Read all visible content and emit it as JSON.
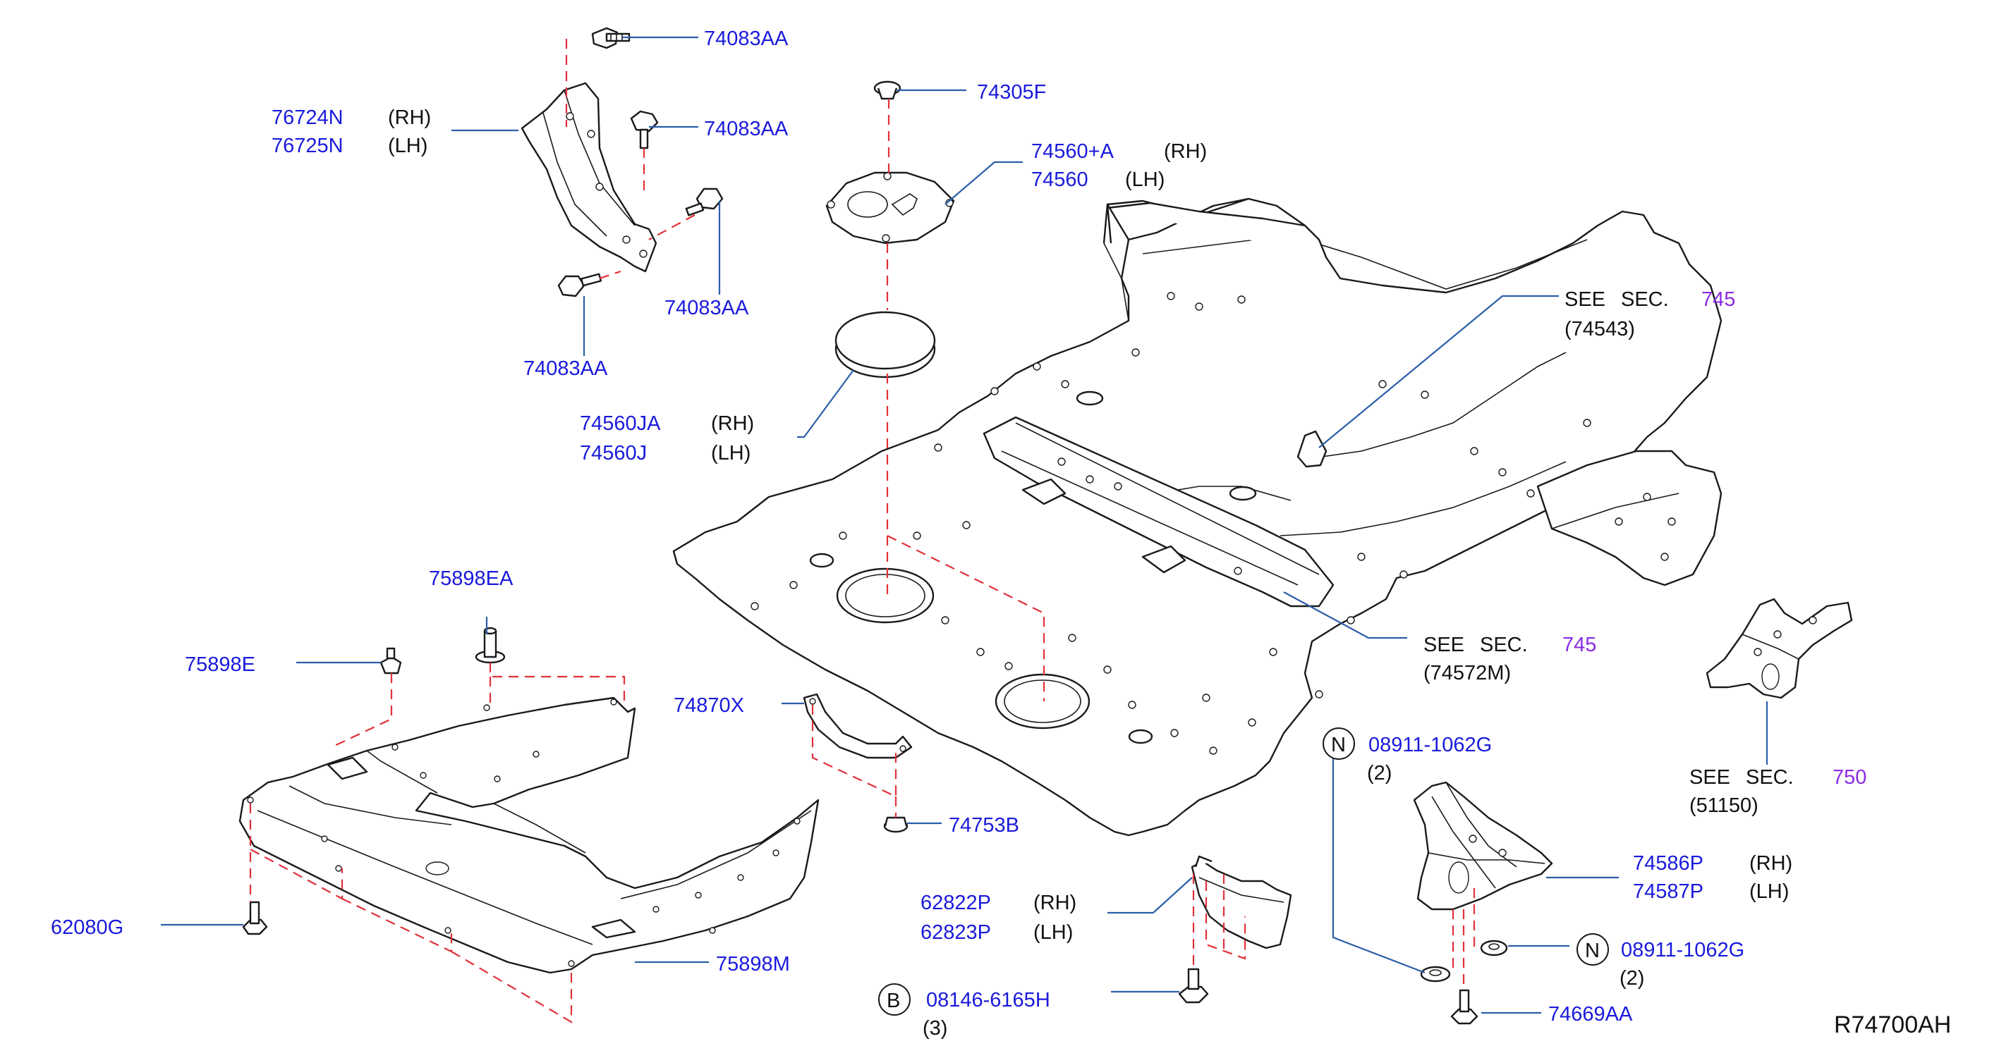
{
  "reference_code": "R74700AH",
  "see_section_word": "SEE",
  "see_section_suffix": "SEC.",
  "callouts": {
    "c74083AA_top": "74083AA",
    "c74083AA_mid": "74083AA",
    "c74083AA_right": "74083AA",
    "c74083AA_bottom": "74083AA",
    "c76724N": "76724N",
    "c76724N_side": "(RH)",
    "c76725N": "76725N",
    "c76725N_side": "(LH)",
    "c74305F": "74305F",
    "c74560A": "74560+A",
    "c74560A_side": "(RH)",
    "c74560": "74560",
    "c74560_side": "(LH)",
    "c74560JA": "74560JA",
    "c74560JA_side": "(RH)",
    "c74560J": "74560J",
    "c74560J_side": "(LH)",
    "c75898EA": "75898EA",
    "c75898E": "75898E",
    "c74870X": "74870X",
    "c74753B": "74753B",
    "c62080G": "62080G",
    "c75898M": "75898M",
    "c62822P": "62822P",
    "c62822P_side": "(RH)",
    "c62823P": "62823P",
    "c62823P_side": "(LH)",
    "c08146": "08146-6165H",
    "c08146_badge": "B",
    "c08146_qty": "(3)",
    "c08911_top": "08911-1062G",
    "c08911_top_badge": "N",
    "c08911_top_qty": "(2)",
    "c08911_bot": "08911-1062G",
    "c08911_bot_badge": "N",
    "c08911_bot_qty": "(2)",
    "c74586P": "74586P",
    "c74586P_side": "(RH)",
    "c74587P": "74587P",
    "c74587P_side": "(LH)",
    "c74669AA": "74669AA"
  },
  "see_sections": {
    "s1_number": "745",
    "s1_ref": "(74543)",
    "s2_number": "745",
    "s2_ref": "(74572M)",
    "s3_number": "750",
    "s3_ref": "(51150)"
  },
  "colors": {
    "part_number": "#1a1adc",
    "section_number": "#8a2be2",
    "leader_line": "#2b5ea8",
    "dashed_guide": "#e0303a",
    "outline": "#1a1a1a"
  }
}
